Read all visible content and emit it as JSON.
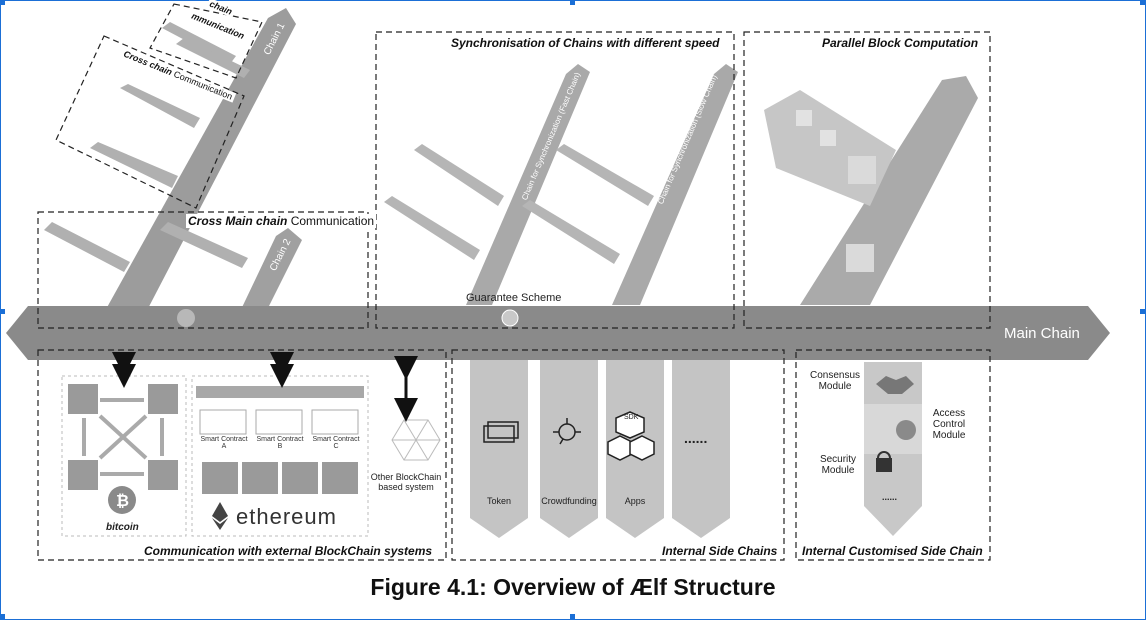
{
  "diagram": {
    "main_chain": "Main Chain",
    "chain_1": "Chain 1",
    "chain_2": "Chain 2",
    "cross_chain_top": "Cross chain Communication",
    "cross_chain_top_fragment": "chain",
    "cross_chain_top_fragment2": "mmunication",
    "cross_chain": {
      "bold": "Cross chain",
      "plain": " Communication"
    },
    "cross_main_chain": {
      "bold": "Cross Main chain",
      "plain": " Communication"
    },
    "sync_title": "Synchronisation of Chains with different speed",
    "fast_chain": "Chain for Synchronization (Fast Chain)",
    "slow_chain": "Chain for Synchronization (Slow Chain)",
    "guarantee_scheme": "Guarantee Scheme",
    "parallel_title": "Parallel Block Computation",
    "external_title": "Communication with external BlockChain systems",
    "internal_side_title": "Internal Side Chains",
    "internal_custom_title": "Internal Customised Side Chain",
    "bitcoin": "bitcoin",
    "ethereum": "ethereum",
    "other_blockchain": [
      "Other BlockChain",
      "based system"
    ],
    "smart_contracts": [
      {
        "line1": "Smart Contract",
        "line2": "A"
      },
      {
        "line1": "Smart Contract",
        "line2": "B"
      },
      {
        "line1": "Smart Contract",
        "line2": "C"
      }
    ],
    "side_chains": [
      {
        "label": "Token",
        "icon": "money-icon"
      },
      {
        "label": "Crowdfunding",
        "icon": "crowdfunding-icon"
      },
      {
        "label": "Apps",
        "icon": "sdk-cubes-icon"
      },
      {
        "label": "......",
        "icon": ""
      }
    ],
    "sdk": "SDK",
    "custom_modules": {
      "consensus": [
        "Consensus",
        "Module"
      ],
      "access": [
        "Access",
        "Control",
        "Module"
      ],
      "security": [
        "Security",
        "Module"
      ],
      "more": "......"
    },
    "caption": "Figure 4.1: Overview of Ælf Structure"
  }
}
